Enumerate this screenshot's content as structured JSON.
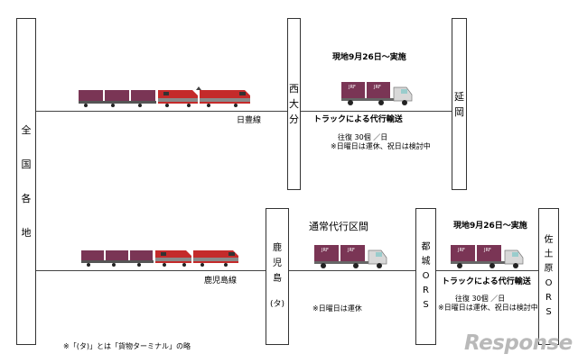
{
  "stations": {
    "zenkoku": [
      "全",
      "国",
      "各",
      "地"
    ],
    "nishioita": [
      "西",
      "大",
      "分"
    ],
    "nobeoka": [
      "延",
      "岡"
    ],
    "kagoshima": [
      "鹿",
      "児",
      "島",
      "(タ)"
    ],
    "miyakonojo": [
      "都",
      "城",
      "O",
      "R",
      "S"
    ],
    "sadowara": [
      "佐",
      "土",
      "原",
      "O",
      "R",
      "S"
    ]
  },
  "lines": {
    "nippo": "日豊線",
    "kagoshima": "鹿児島線"
  },
  "top": {
    "start": "現地9月26日～実施",
    "truck": "トラックによる代行輸送",
    "freq": "往復 30個 ／日",
    "sunday": "※日曜日は運休、祝日は検討中"
  },
  "bottom": {
    "normal_section": "通常代行区間",
    "normal_note": "※日曜日は運休",
    "start": "現地9月26日～実施",
    "truck": "トラックによる代行輸送",
    "freq": "往復 30個 ／日",
    "sunday": "※日曜日は運休、祝日は検討中"
  },
  "footnote": "※「(タ)」とは「貨物ターミナル」の略",
  "watermark": "Response",
  "colors": {
    "container": "#7a3555",
    "loco_red": "#c42a2a",
    "loco_gray": "#8a8a8a",
    "truck_cab": "#d8d8d8"
  }
}
